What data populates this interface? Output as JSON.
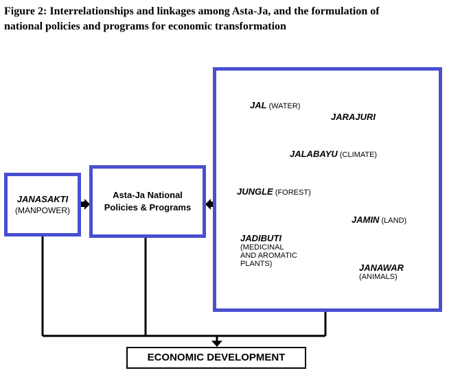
{
  "caption": {
    "line1": "Figure 2:  Interrelationships and linkages among Asta-Ja, and the formulation of",
    "line2": "national policies and programs for economic transformation"
  },
  "boxes": {
    "janasakti": {
      "name": "JANASAKTI",
      "sub": "(MANPOWER)"
    },
    "policies": {
      "line1": "Asta-Ja National",
      "line2": "Policies & Programs"
    },
    "economic": {
      "label": "ECONOMIC DEVELOPMENT"
    }
  },
  "nodes": {
    "jal": {
      "name": "JAL",
      "sub": "(WATER)"
    },
    "jarajuri": {
      "name": "JARAJURI"
    },
    "jalabayu": {
      "name": "JALABAYU",
      "sub": "(CLIMATE)"
    },
    "jungle": {
      "name": "JUNGLE",
      "sub": "(FOREST)"
    },
    "jamin": {
      "name": "JAMIN",
      "sub": "(LAND)"
    },
    "jadibuti": {
      "name": "JADIBUTI",
      "sub1": "(MEDICINAL",
      "sub2": "AND AROMATIC",
      "sub3": "PLANTS)"
    },
    "janawar": {
      "name": "JANAWAR",
      "sub": "(ANIMALS)"
    }
  },
  "colors": {
    "box_border": "#4a4fd0",
    "line": "#000000"
  }
}
